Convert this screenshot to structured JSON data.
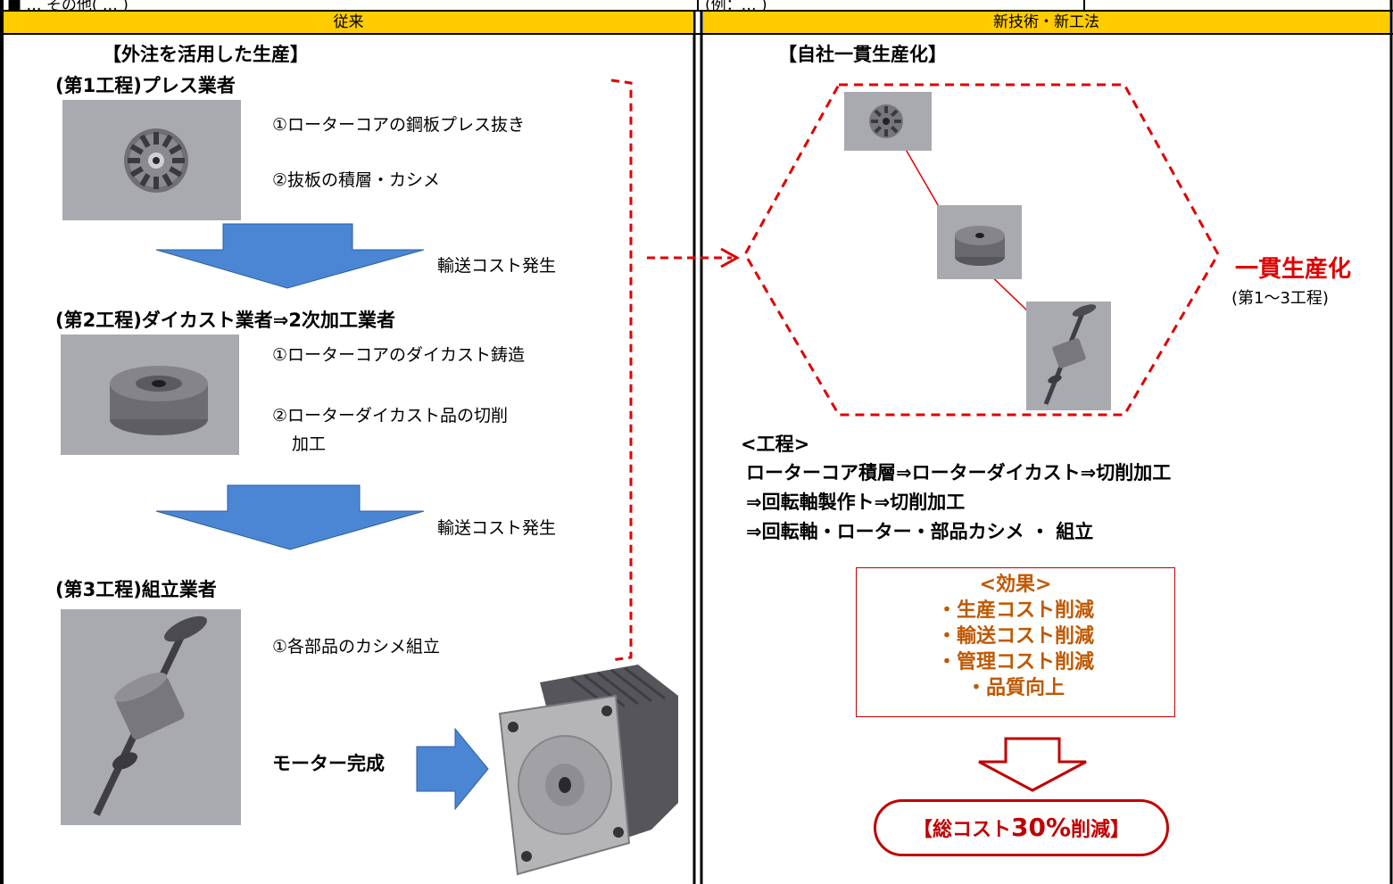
{
  "top_strip": {
    "left_text": "■ … その他( … )",
    "right_text": "(例：… )"
  },
  "left": {
    "header": "従来",
    "section_title": "【外注を活用した生産】",
    "step1": {
      "title": "(第1工程)プレス業者",
      "item1": "①ローターコアの鋼板プレス抜き",
      "item2": "②抜板の積層・カシメ"
    },
    "transport1": "輸送コスト発生",
    "step2": {
      "title": "(第2工程)ダイカスト業者⇒2次加工業者",
      "item1": "①ローターコアのダイカスト鋳造",
      "item2_line1": "②ローターダイカスト品の切削",
      "item2_line2": "加工"
    },
    "transport2": "輸送コスト発生",
    "step3": {
      "title": "(第3工程)組立業者",
      "item1": "①各部品のカシメ組立"
    },
    "motor_done": "モーター完成"
  },
  "right": {
    "header": "新技術・新工法",
    "section_title": "【自社一貫生産化】",
    "integrated": "一貫生産化",
    "integrated_sub": "(第1～3工程)",
    "process_label": "<工程>",
    "process_line1": "ローターコア積層⇒ローターダイカスト⇒切削加工",
    "process_line2": "⇒回転軸製作ト⇒切削加工",
    "process_line3": "⇒回転軸・ローター・部品カシメ ・ 組立",
    "effects_title": "<効果>",
    "effects": [
      "・生産コスト削減",
      "・輸送コスト削減",
      "・管理コスト削減",
      "・品質向上"
    ],
    "total_prefix": "【総コスト",
    "total_number": "30%",
    "total_suffix": "削減】"
  },
  "colors": {
    "header_bg": "#FFCC00",
    "red": "#E00000",
    "dark_red": "#C00000",
    "effect_text": "#C05800",
    "arrow_blue": "#4A86D4",
    "photo_bg": "#a9aab0"
  },
  "icons": [
    "rotor-core-photo",
    "die-cast-rotor-photo",
    "rotor-shaft-photo",
    "motor-photo"
  ]
}
